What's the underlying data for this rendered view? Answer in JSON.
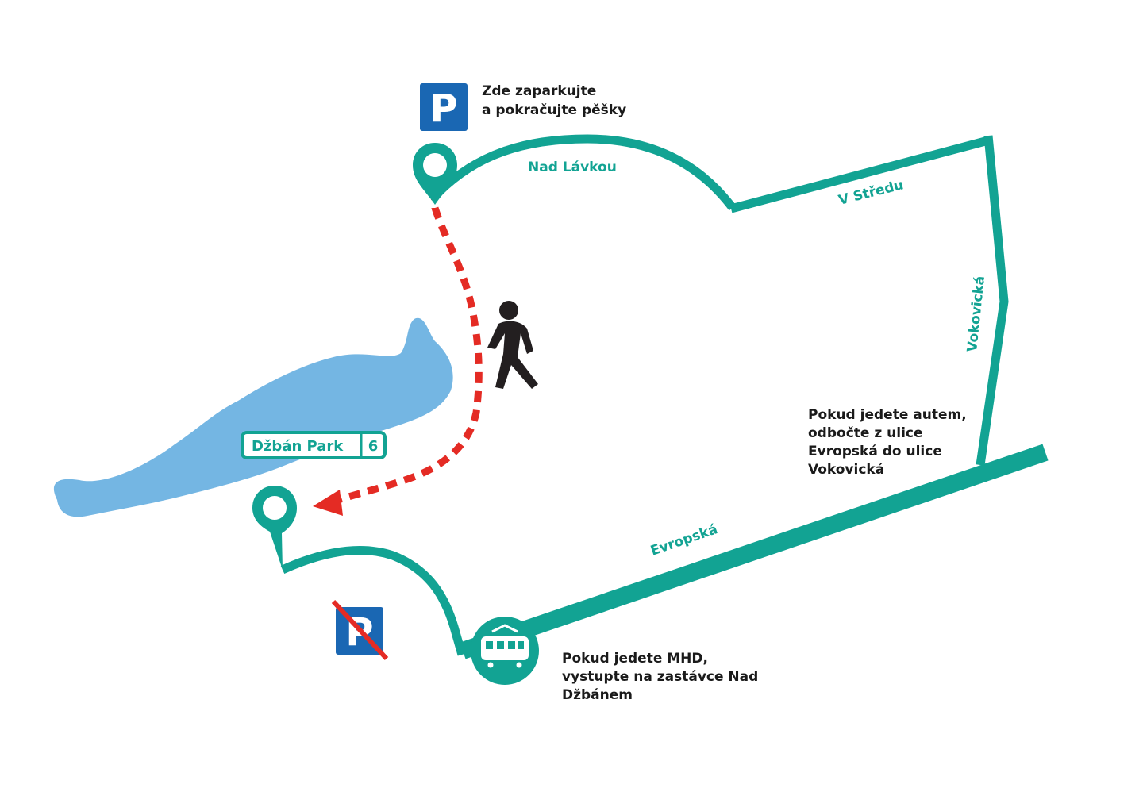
{
  "colors": {
    "road": "#12a393",
    "water": "#74b6e3",
    "walk_path": "#e42b24",
    "parking_sign": "#1a67b3",
    "no_sign": "#e42b24",
    "text": "#1a1a1a",
    "pedestrian": "#231f20"
  },
  "parking_sign": {
    "symbol": "P",
    "note_line1": "Zde zaparkujte",
    "note_line2": "a pokračujte pěšky"
  },
  "no_parking_sign": {
    "symbol": "P"
  },
  "streets": {
    "nad_lavkou": "Nad Lávkou",
    "v_stredu": "V Středu",
    "vokovicka": "Vokovická",
    "evropska": "Evropská"
  },
  "destination": {
    "name": "Džbán Park",
    "number": "6"
  },
  "car_note": {
    "line1": "Pokud jedete autem,",
    "line2": "odbočte z ulice",
    "line3": "Evropská do ulice",
    "line4": "Vokovická"
  },
  "transit_note": {
    "line1": "Pokud jedete MHD,",
    "line2": "vystupte na zastávce Nad",
    "line3": "Džbánem"
  },
  "icons": {
    "parking": "parking-sign-icon",
    "no_parking": "no-parking-icon",
    "pedestrian": "pedestrian-icon",
    "tram": "tram-stop-icon",
    "pin": "location-pin-icon",
    "water": "lake-shape"
  }
}
